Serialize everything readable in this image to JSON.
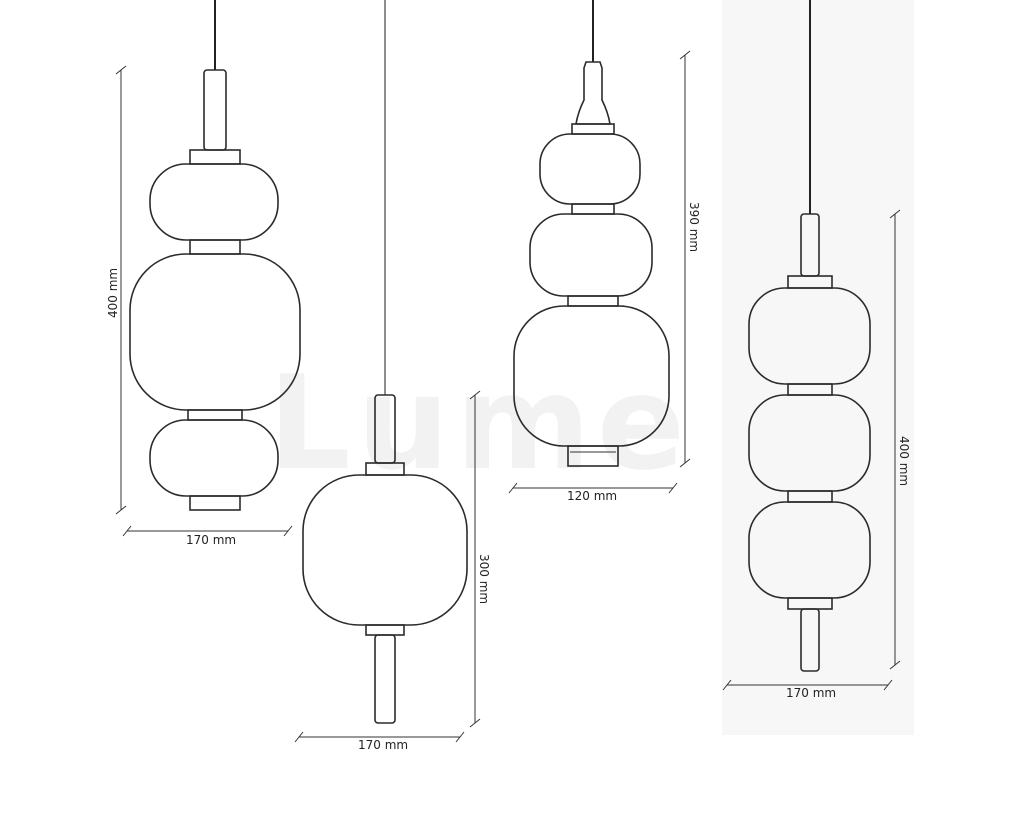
{
  "watermark": "Lume",
  "colors": {
    "outline": "#2b2b2b",
    "background": "#ffffff",
    "panel": "#f7f7f7",
    "watermark": "#f2f2f2"
  },
  "lamps": [
    {
      "id": "lamp-1",
      "height_label": "400 mm",
      "width_label": "170 mm"
    },
    {
      "id": "lamp-2",
      "height_label": "300 mm",
      "width_label": "170 mm"
    },
    {
      "id": "lamp-3",
      "height_label": "390 mm",
      "width_label": "120 mm"
    },
    {
      "id": "lamp-4",
      "height_label": "400 mm",
      "width_label": "170 mm"
    }
  ]
}
